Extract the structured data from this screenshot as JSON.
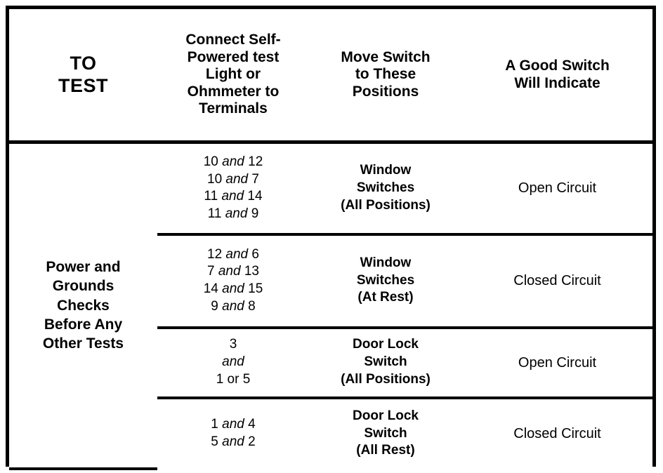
{
  "table": {
    "columns": [
      {
        "id": "to-test",
        "header": "TO\nTEST",
        "header_line1": "TO",
        "header_line2": "TEST"
      },
      {
        "id": "terminals",
        "header": "Connect Self-Powered test Light or Ohmmeter to Terminals",
        "header_lines": [
          "Connect Self-",
          "Powered test",
          "Light or",
          "Ohmmeter to",
          "Terminals"
        ]
      },
      {
        "id": "switch-positions",
        "header": "Move Switch to These Positions",
        "header_lines": [
          "Move Switch",
          "to These",
          "Positions"
        ]
      },
      {
        "id": "indication",
        "header": "A Good Switch Will Indicate",
        "header_lines": [
          "A Good Switch",
          "Will Indicate"
        ]
      }
    ],
    "header": {
      "col1_line1": "TO",
      "col1_line2": "TEST",
      "col2_line1": "Connect Self-",
      "col2_line2": "Powered test",
      "col2_line3": "Light or",
      "col2_line4": "Ohmmeter to",
      "col2_line5": "Terminals",
      "col3_line1": "Move Switch",
      "col3_line2": "to These",
      "col3_line3": "Positions",
      "col4_line1": "A Good Switch",
      "col4_line2": "Will Indicate"
    },
    "row_label": {
      "line1": "Power and",
      "line2": "Grounds",
      "line3": "Checks",
      "line4": "Before Any",
      "line5": "Other Tests"
    },
    "rows": [
      {
        "terminals_lines": [
          {
            "a": "10",
            "sep": "and",
            "b": "12"
          },
          {
            "a": "10",
            "sep": "and",
            "b": "7"
          },
          {
            "a": "11",
            "sep": "and",
            "b": "14"
          },
          {
            "a": "11",
            "sep": "and",
            "b": "9"
          }
        ],
        "positions_lines": [
          "Window",
          "Switches",
          "(All Positions)"
        ],
        "indication": "Open Circuit"
      },
      {
        "terminals_lines": [
          {
            "a": "12",
            "sep": "and",
            "b": "6"
          },
          {
            "a": "7",
            "sep": "and",
            "b": "13"
          },
          {
            "a": "14",
            "sep": "and",
            "b": "15"
          },
          {
            "a": "9",
            "sep": "and",
            "b": "8"
          }
        ],
        "positions_lines": [
          "Window",
          "Switches",
          "(At Rest)"
        ],
        "indication": "Closed Circuit"
      },
      {
        "terminals_lines": [
          {
            "a": "3",
            "sep": "",
            "b": ""
          },
          {
            "a": "",
            "sep": "and",
            "b": ""
          },
          {
            "a": "1 or 5",
            "sep": "",
            "b": ""
          }
        ],
        "positions_lines": [
          "Door Lock",
          "Switch",
          "(All Positions)"
        ],
        "indication": "Open Circuit"
      },
      {
        "terminals_lines": [
          {
            "a": "1",
            "sep": "and",
            "b": "4"
          },
          {
            "a": "5",
            "sep": "and",
            "b": "2"
          }
        ],
        "positions_lines": [
          "Door Lock",
          "Switch",
          "(All Rest)"
        ],
        "indication": "Closed Circuit"
      }
    ]
  },
  "colors": {
    "ink": "#000000",
    "paper": "#ffffff"
  }
}
